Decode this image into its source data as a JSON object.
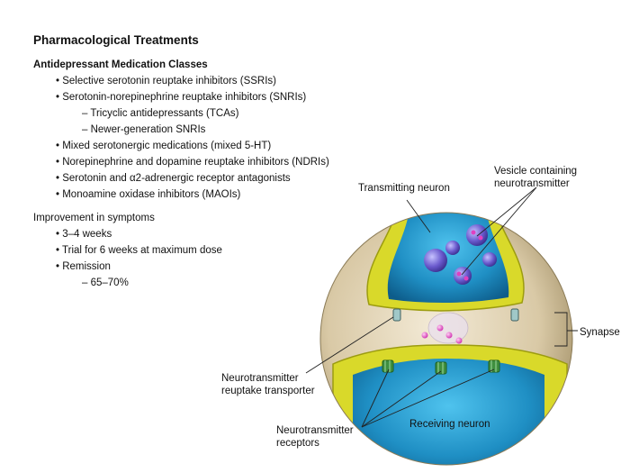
{
  "title": "Pharmacological Treatments",
  "classes_heading": "Antidepressant Medication Classes",
  "classes": [
    "• Selective serotonin reuptake inhibitors (SSRIs)",
    "• Serotonin-norepinephrine reuptake inhibitors (SNRIs)",
    "– Tricyclic antidepressants (TCAs)",
    "– Newer-generation SNRIs",
    "• Mixed serotonergic medications (mixed 5-HT)",
    "• Norepinephrine and dopamine reuptake inhibitors (NDRIs)",
    "• Serotonin and α2-adrenergic receptor antagonists",
    "• Monoamine oxidase inhibitors (MAOIs)"
  ],
  "improvement_heading": "Improvement in symptoms",
  "improvement": [
    "• 3–4 weeks",
    "• Trial for 6 weeks at maximum dose",
    "• Remission",
    "– 65–70%"
  ],
  "diagram": {
    "transmitting_neuron": "Transmitting neuron",
    "vesicle_line1": "Vesicle containing",
    "vesicle_line2": "neurotransmitter",
    "synapse": "Synapse",
    "reuptake_line1": "Neurotransmitter",
    "reuptake_line2": "reuptake transporter",
    "receptors_line1": "Neurotransmitter",
    "receptors_line2": "receptors",
    "receiving_neuron": "Receiving neuron"
  },
  "colors": {
    "neuron_blue": "#1f8fc4",
    "sphere_beige": "#d9c9a6",
    "membrane_yellow": "#d9d92a",
    "vesicle_purple": "#6a5acd",
    "neurotransmitter_pink": "#e040c0",
    "receptor_green": "#3f8f3f"
  }
}
